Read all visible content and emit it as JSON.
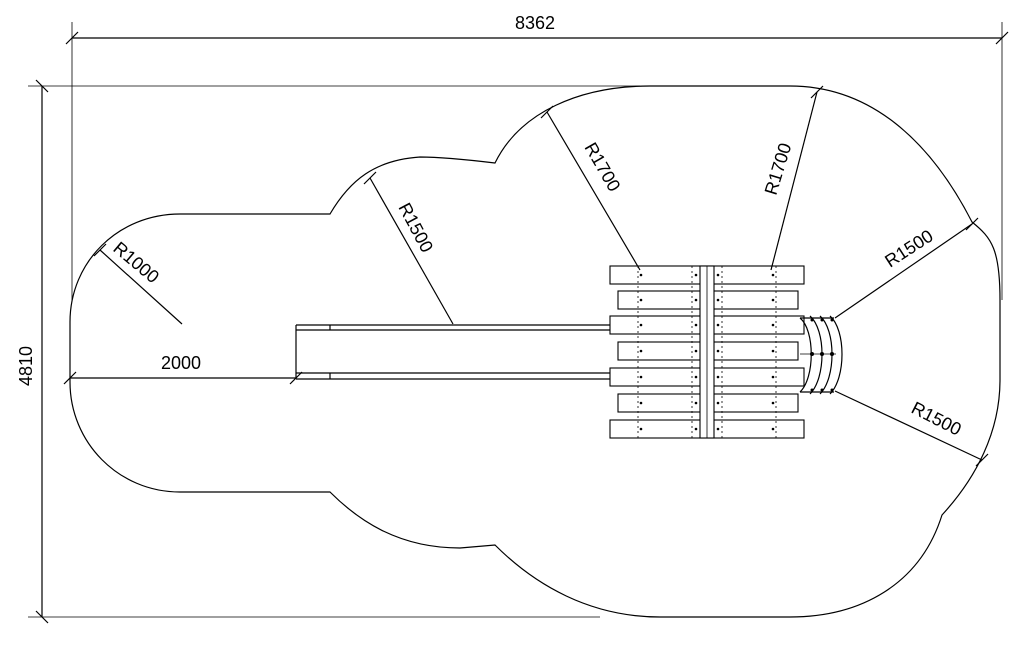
{
  "dimensions": {
    "overall_width": "8362",
    "overall_height": "4810",
    "slide_offset": "2000"
  },
  "radii": {
    "left_end": "R1000",
    "upper_left": "R1500",
    "upper_mid": "R1700",
    "upper_right": "R1700",
    "right_top": "R1500",
    "right_bottom": "R1500"
  }
}
